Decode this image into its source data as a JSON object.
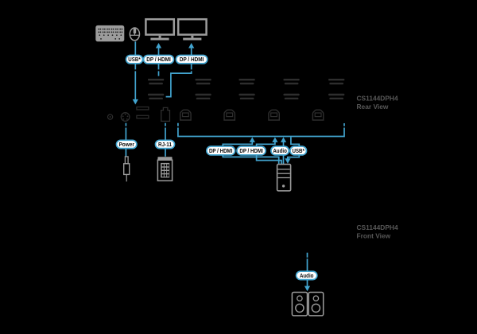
{
  "title": "CS1144DPH4 KVM switch installation diagram",
  "colors": {
    "background": "#000000",
    "cable": "#42a4cf",
    "device": "#9c9c9c",
    "port": "#2e2e2e",
    "label_text": "#575757",
    "pill_fill": "#ffffff",
    "pill_text": "#0d0d0d"
  },
  "rear_section": {
    "model": "CS1144DPH4",
    "view_label": "Rear View"
  },
  "front_section": {
    "model": "CS1144DPH4",
    "view_label": "Front View"
  },
  "pills": {
    "console_top": [
      {
        "label": "USB*"
      },
      {
        "label": "DP / HDMI"
      },
      {
        "label": "DP / HDMI"
      }
    ],
    "rear_bottom": [
      {
        "label": "Power"
      },
      {
        "label": "RJ-11"
      }
    ],
    "pc": [
      {
        "label": "DP / HDMI"
      },
      {
        "label": "DP / HDMI"
      },
      {
        "label": "Audio"
      },
      {
        "label": "USB*"
      }
    ],
    "front": [
      {
        "label": "Audio"
      }
    ]
  }
}
